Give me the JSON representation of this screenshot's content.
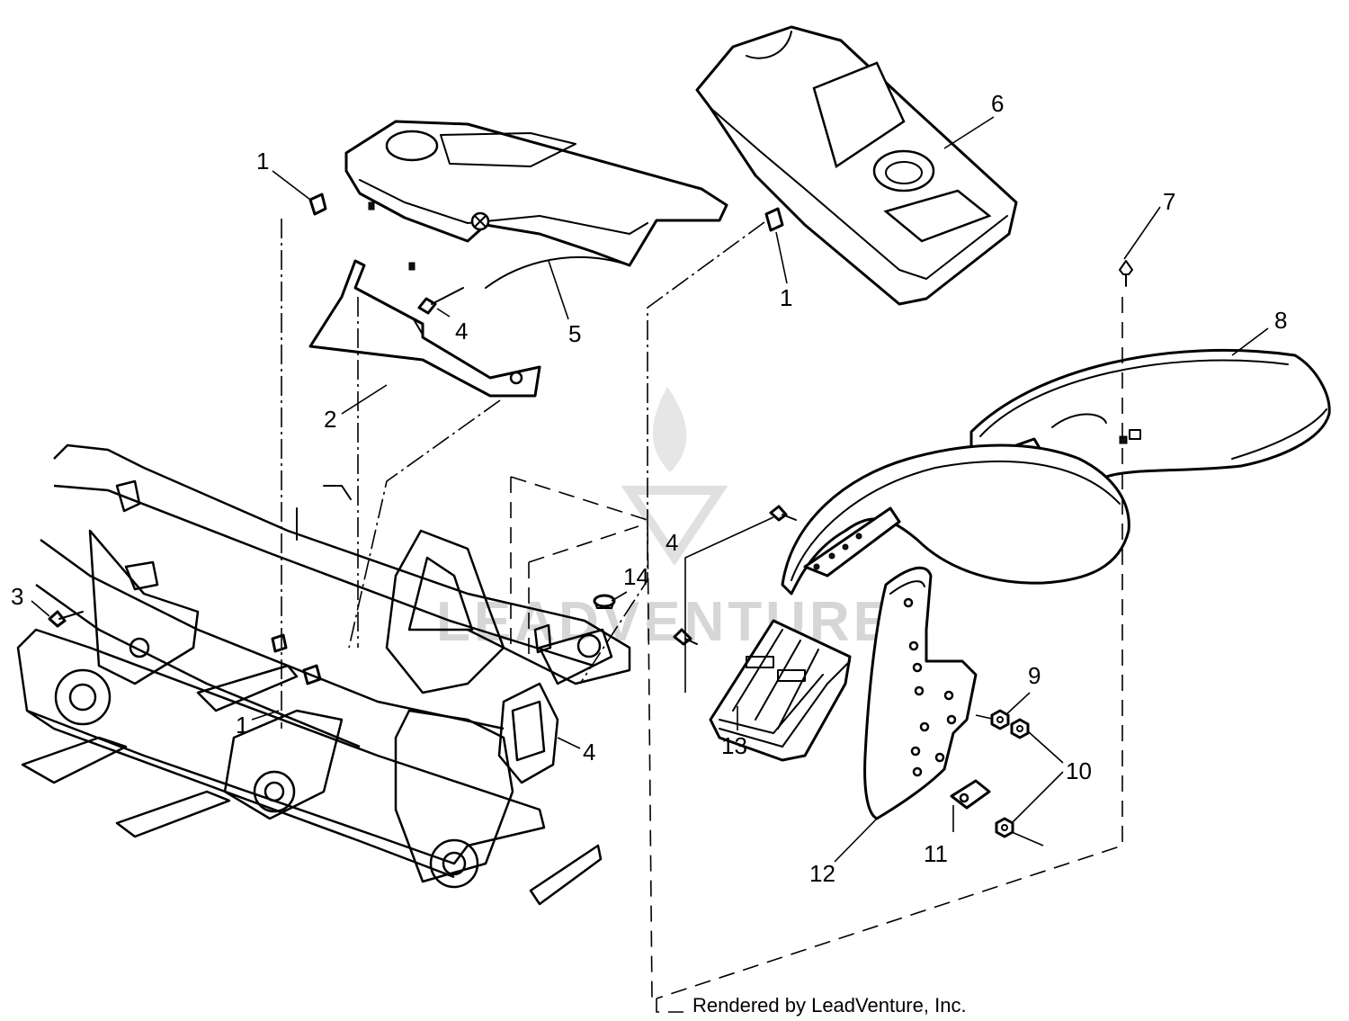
{
  "callouts": {
    "c1a": "1",
    "c1b": "1",
    "c1c": "1",
    "c2": "2",
    "c3": "3",
    "c4a": "4",
    "c4b": "4",
    "c4c": "4",
    "c5": "5",
    "c6": "6",
    "c7": "7",
    "c8": "8",
    "c9": "9",
    "c10": "10",
    "c11": "11",
    "c12": "12",
    "c13": "13",
    "c14": "14"
  },
  "credit": "Rendered by LeadVenture, Inc.",
  "watermark": "LEADVENTURE"
}
